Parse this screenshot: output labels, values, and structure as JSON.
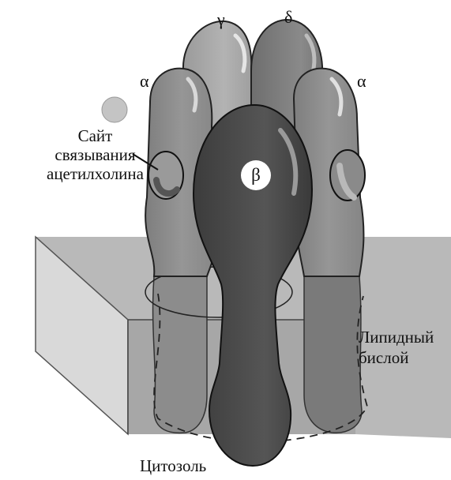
{
  "labels": {
    "gamma": "γ",
    "delta": "δ",
    "alpha_left": "α",
    "alpha_right": "α",
    "beta": "β",
    "binding_site": [
      "Сайт",
      "связывания",
      "ацетилхолина"
    ],
    "lipid_bilayer": [
      "Липидный",
      "бислой"
    ],
    "cytosol": "Цитозоль"
  },
  "colors": {
    "membrane_top": "#b5b5b5",
    "membrane_side": "#d6d6d6",
    "membrane_front": "#a9a9a9",
    "alpha_subunit": "#8a8a8a",
    "gamma_subunit": "#a8a8a8",
    "delta_subunit": "#7a7a7a",
    "beta_subunit": "#454545",
    "ligand": "#c4c4c4"
  }
}
